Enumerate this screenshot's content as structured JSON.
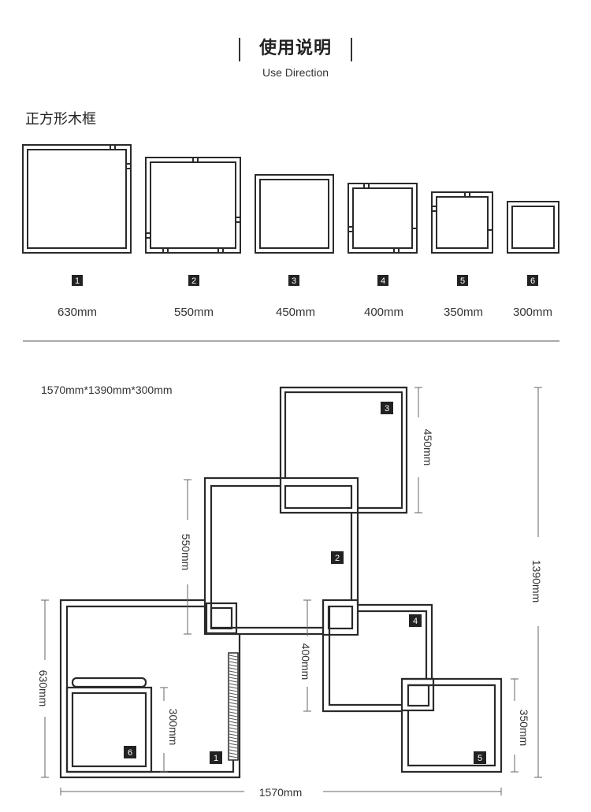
{
  "header": {
    "title": "使用说明",
    "subtitle": "Use Direction"
  },
  "section": {
    "title": "正方形木框"
  },
  "frames": [
    {
      "number": "1",
      "size": "630mm"
    },
    {
      "number": "2",
      "size": "550mm"
    },
    {
      "number": "3",
      "size": "450mm"
    },
    {
      "number": "4",
      "size": "400mm"
    },
    {
      "number": "5",
      "size": "350mm"
    },
    {
      "number": "6",
      "size": "300mm"
    }
  ],
  "layout": {
    "overall_dimensions": "1570mm*1390mm*300mm",
    "width_label": "1570mm",
    "height_label": "1390mm",
    "dim_450": "450mm",
    "dim_550": "550mm",
    "dim_630": "630mm",
    "dim_400": "400mm",
    "dim_300": "300mm",
    "dim_350": "350mm",
    "badge_1": "1",
    "badge_2": "2",
    "badge_3": "3",
    "badge_4": "4",
    "badge_5": "5",
    "badge_6": "6"
  },
  "colors": {
    "line": "#2a2a2a",
    "badge_bg": "#222222",
    "badge_text": "#ffffff"
  }
}
